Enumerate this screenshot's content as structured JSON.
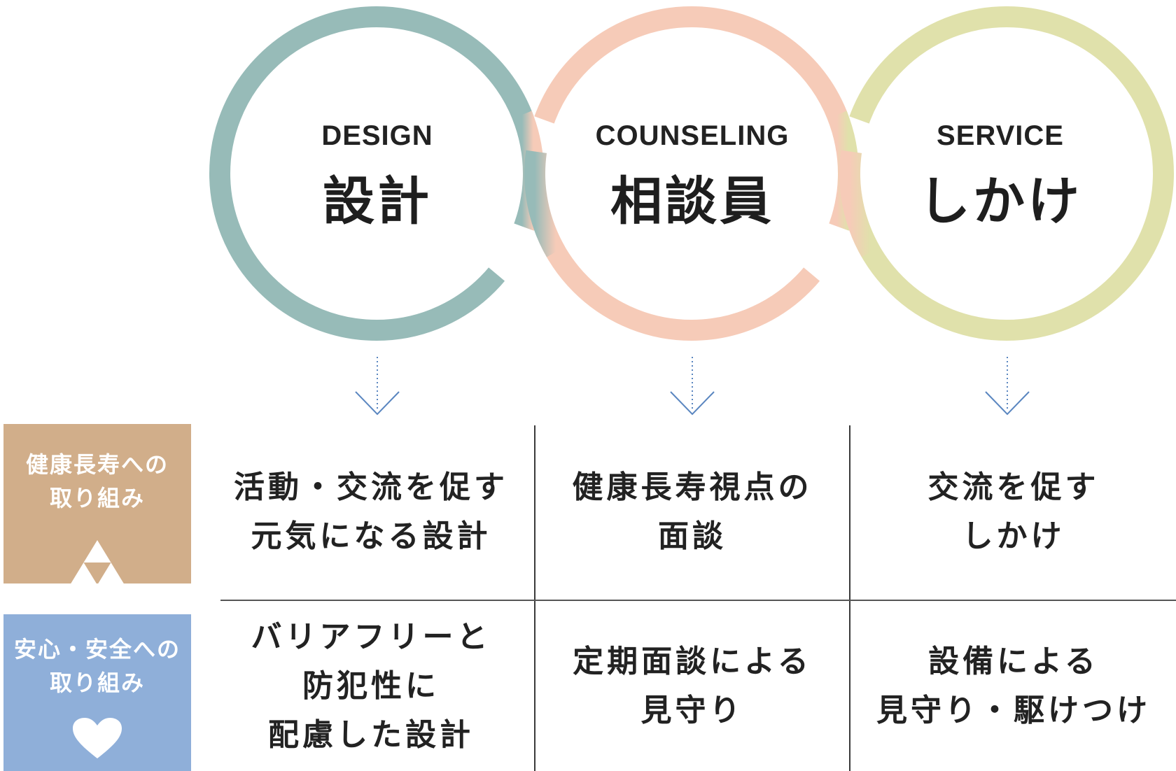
{
  "colors": {
    "design": "#97bbb8",
    "counseling": "#f6cbb8",
    "service": "#e0e1ab",
    "health_box": "#d1ae8a",
    "safety_box": "#8fafd9",
    "arrow": "#5a86c0",
    "text": "#222222"
  },
  "circles": [
    {
      "en": "DESIGN",
      "jp": "設計",
      "color_key": "design"
    },
    {
      "en": "COUNSELING",
      "jp": "相談員",
      "color_key": "counseling"
    },
    {
      "en": "SERVICE",
      "jp": "しかけ",
      "color_key": "service"
    }
  ],
  "rows": [
    {
      "label_lines": [
        "健康長寿への",
        "取り組み"
      ],
      "icon": "triforce-icon",
      "cells": [
        [
          "活動・交流を促す",
          "元気になる設計"
        ],
        [
          "健康長寿視点の",
          "面談"
        ],
        [
          "交流を促す",
          "しかけ"
        ]
      ]
    },
    {
      "label_lines": [
        "安心・安全への",
        "取り組み"
      ],
      "icon": "heart-icon",
      "cells": [
        [
          "バリアフリーと",
          "防犯性に",
          "配慮した設計"
        ],
        [
          "定期面談による",
          "見守り"
        ],
        [
          "設備による",
          "見守り・駆けつけ"
        ]
      ]
    }
  ]
}
